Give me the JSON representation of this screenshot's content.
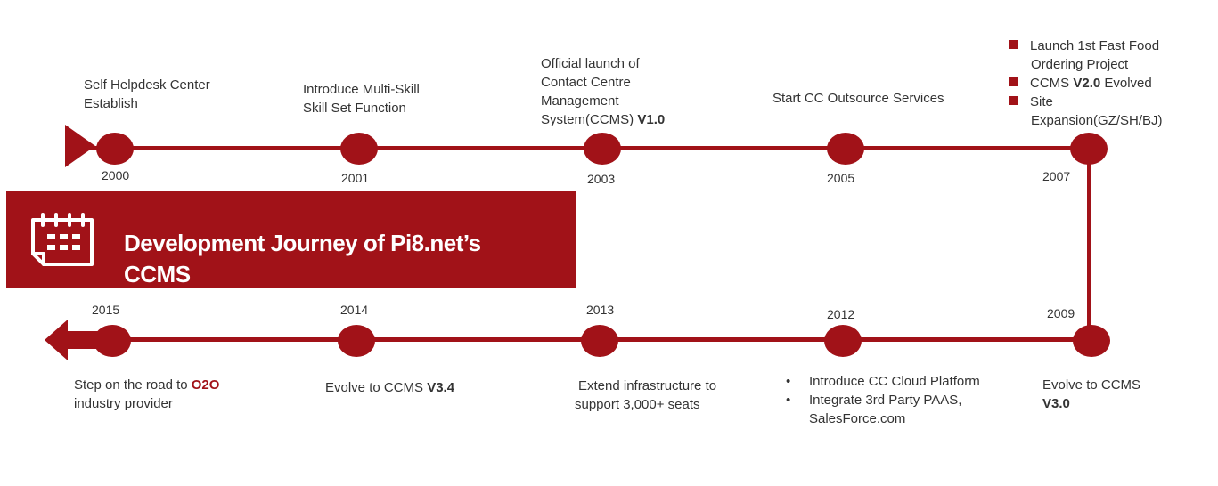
{
  "title": "Development Journey of Pi8.net’s CCMS",
  "colors": {
    "accent": "#a11218",
    "text": "#333333",
    "background": "#ffffff"
  },
  "icons": {
    "title": "calendar-icon",
    "start": "play-arrow-icon",
    "end": "left-arrow-icon"
  },
  "milestones": [
    {
      "year": "2000",
      "lines": [
        "Self Helpdesk Center",
        "Establish"
      ]
    },
    {
      "year": "2001",
      "lines": [
        "Introduce Multi-Skill",
        "Skill Set Function"
      ]
    },
    {
      "year": "2003",
      "lines": [
        "Official launch of",
        "Contact Centre",
        "Management",
        "System(CCMS) "
      ],
      "emphasis": "V1.0"
    },
    {
      "year": "2005",
      "lines": [
        "Start CC Outsource Services"
      ]
    },
    {
      "year": "2007",
      "bullets": [
        {
          "lines": [
            "Launch 1st Fast Food",
            "Ordering Project"
          ]
        },
        {
          "lines": [
            "CCMS "
          ],
          "emphasis": "V2.0",
          "suffix": " Evolved"
        },
        {
          "lines": [
            "Site",
            "Expansion(GZ/SH/BJ)"
          ]
        }
      ]
    },
    {
      "year": "2009",
      "lines": [
        "Evolve to CCMS"
      ],
      "emphasis": "V3.0"
    },
    {
      "year": "2012",
      "bullets": [
        {
          "lines": [
            "Introduce CC Cloud Platform"
          ]
        },
        {
          "lines": [
            "Integrate 3rd Party PAAS,",
            "SalesForce.com"
          ]
        }
      ]
    },
    {
      "year": "2013",
      "lines": [
        "Extend infrastructure to",
        "support 3,000+ seats"
      ]
    },
    {
      "year": "2014",
      "lines": [
        "Evolve to CCMS "
      ],
      "emphasis": "V3.4"
    },
    {
      "year": "2015",
      "lines": [
        "Step on the road to ",
        "industry provider"
      ],
      "emphasis": "O2O"
    }
  ]
}
